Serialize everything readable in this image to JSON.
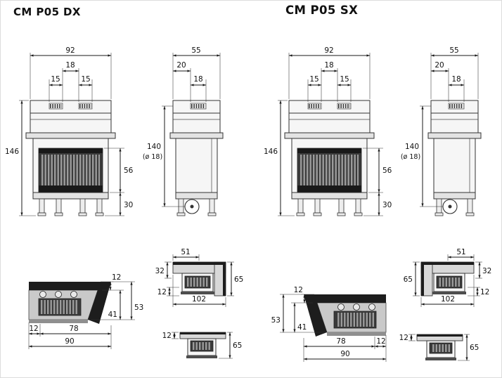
{
  "titles": {
    "dx": "CM P05 DX",
    "sx": "CM P05 SX"
  },
  "front": {
    "width": "92",
    "vent_pitch": "18",
    "vent_left": "15",
    "vent_right": "15",
    "height": "146",
    "opening_height": "56",
    "base_height": "30"
  },
  "side": {
    "depth": "55",
    "flue_setback": "20",
    "flue_width": "18",
    "flue_height": "140",
    "flue_diameter": "(ø 18)"
  },
  "plan": {
    "beam_depth": "12",
    "body_depth": "41",
    "total_depth": "53",
    "side_inset": "12",
    "body_width": "78",
    "total_width": "90"
  },
  "beam": {
    "front_length": "51",
    "end_width": "32",
    "side_length": "65",
    "total_length": "102",
    "thickness": "12"
  },
  "shelf": {
    "thickness": "12",
    "height": "65"
  }
}
